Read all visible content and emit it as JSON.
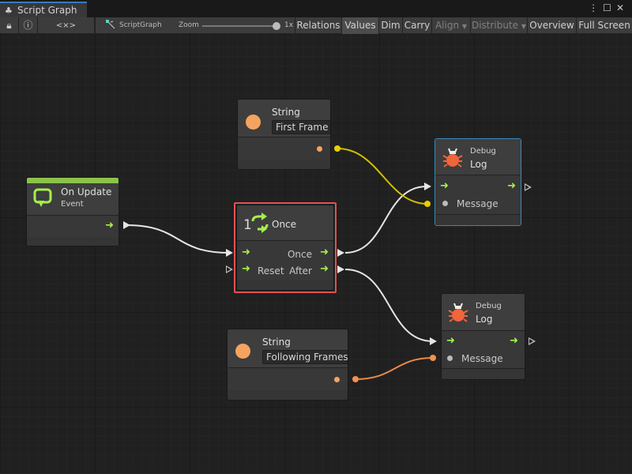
{
  "window": {
    "tab_title": "Script Graph",
    "tab_icon": "hierarchy-icon",
    "menu_icon": "more-vertical-icon",
    "maximize_icon": "maximize-icon",
    "close_icon": "close-icon"
  },
  "toolbar": {
    "lock_icon": "lock-icon",
    "info_icon": "info-icon",
    "code_label": "<×>",
    "graph_name": "ScriptGraph",
    "zoom_label": "Zoom",
    "zoom_value": "1x",
    "zoom_level": 1.0,
    "buttons": {
      "relations": "Relations",
      "values": "Values",
      "dim": "Dim",
      "carry": "Carry",
      "align": "Align",
      "distribute": "Distribute",
      "overview": "Overview",
      "fullscreen": "Full Screen"
    },
    "active_button": "Values"
  },
  "colors": {
    "flow": "#a4f04a",
    "event_bar": "#8bc34a",
    "string_port": "#f4a460",
    "string_wire_yellow": "#d4c000",
    "string_wire_orange": "#e8884a",
    "selection": "#e05252",
    "debug_icon": "#f0653a",
    "selected_border": "#3a8ab5"
  },
  "nodes": {
    "on_update": {
      "title": "On Update",
      "subtitle": "Event",
      "icon": "loop-arrow-icon"
    },
    "string1": {
      "title": "String",
      "value": "First Frame"
    },
    "once": {
      "prefix": "1",
      "title": "Once",
      "icon": "refresh-icon",
      "out_once": "Once",
      "in_reset": "Reset",
      "out_after": "After"
    },
    "log1": {
      "category": "Debug",
      "title": "Log",
      "icon": "bug-icon",
      "port": "Message"
    },
    "log2": {
      "category": "Debug",
      "title": "Log",
      "icon": "bug-icon",
      "port": "Message"
    },
    "string2": {
      "title": "String",
      "value": "Following Frames"
    }
  }
}
